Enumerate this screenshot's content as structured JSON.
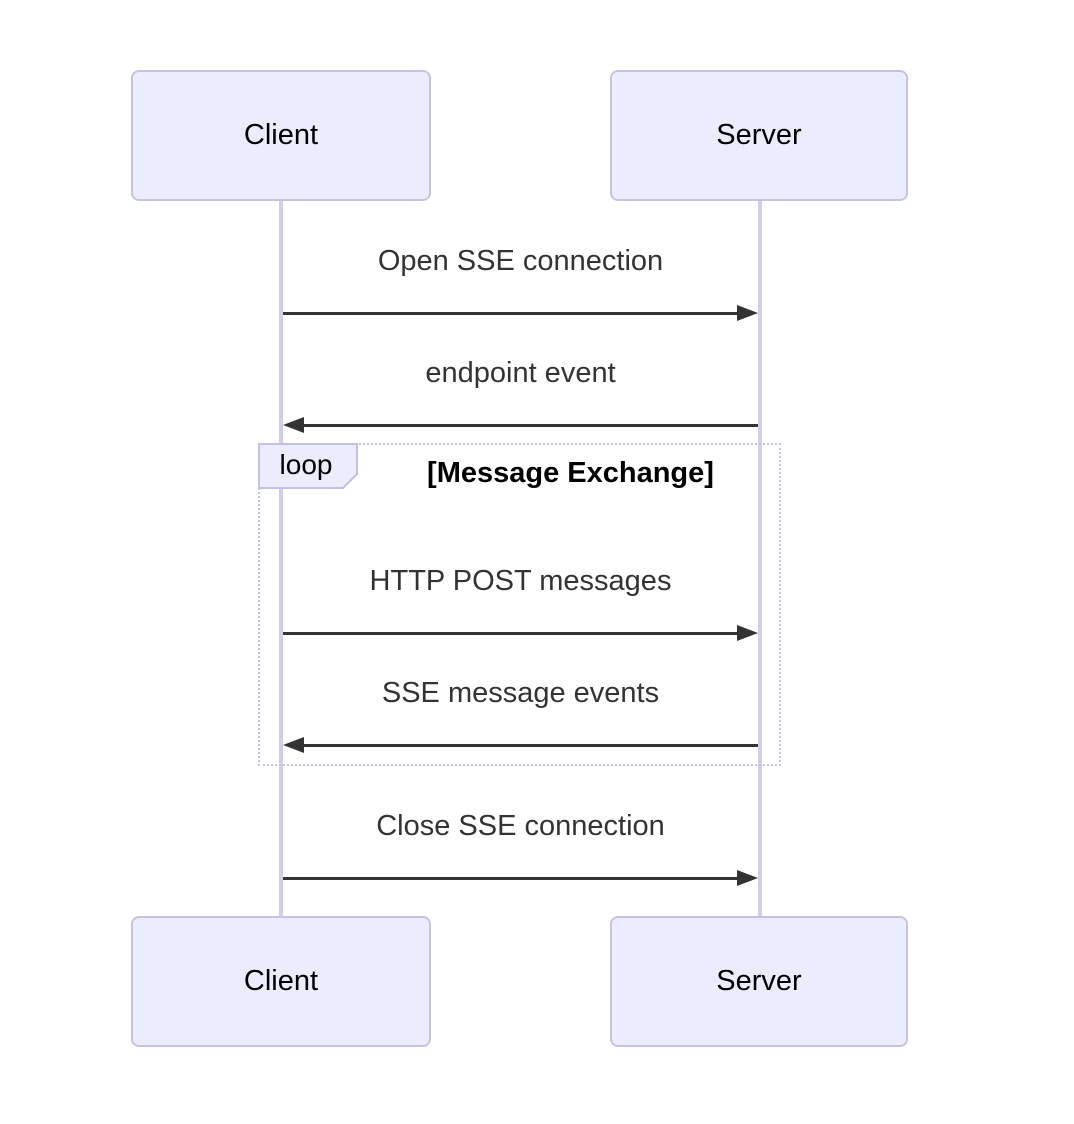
{
  "diagram": {
    "type": "sequence",
    "actors": {
      "client": "Client",
      "server": "Server"
    },
    "messages": [
      {
        "label": "Open SSE connection",
        "from": "Client",
        "to": "Server",
        "direction": "right",
        "line": "solid"
      },
      {
        "label": "endpoint event",
        "from": "Server",
        "to": "Client",
        "direction": "left",
        "line": "solid"
      },
      {
        "label": "HTTP POST messages",
        "from": "Client",
        "to": "Server",
        "direction": "right",
        "line": "solid"
      },
      {
        "label": "SSE message events",
        "from": "Server",
        "to": "Client",
        "direction": "left",
        "line": "solid"
      },
      {
        "label": "Close SSE connection",
        "from": "Client",
        "to": "Server",
        "direction": "right",
        "line": "solid"
      }
    ],
    "loop": {
      "keyword": "loop",
      "title": "[Message Exchange]"
    },
    "colors": {
      "actor-fill": "#ececff",
      "actor-border": "#c8c2e0",
      "actor-text": "#000000",
      "lifeline": "#d5ccea",
      "loop-border": "#c5bee6",
      "arrow": "#333333",
      "message-text": "#333333"
    }
  }
}
